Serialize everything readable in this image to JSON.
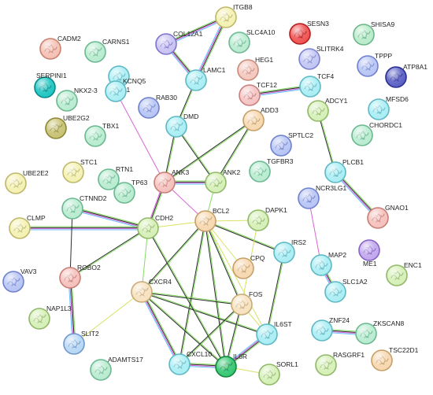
{
  "network": {
    "nodes": [
      {
        "id": "CADM2",
        "color": "#f5c1b4",
        "border": "#c8826f"
      },
      {
        "id": "CARNS1",
        "color": "#b8ecd0",
        "border": "#6cb891"
      },
      {
        "id": "COL12A1",
        "color": "#c9c3f3",
        "border": "#7f74cf"
      },
      {
        "id": "ITGB8",
        "color": "#f4f1b3",
        "border": "#bdb86b"
      },
      {
        "id": "SLC4A10",
        "color": "#b9ecd1",
        "border": "#6fb893"
      },
      {
        "id": "SESN3",
        "color": "#f05454",
        "border": "#b42020"
      },
      {
        "id": "SHISA9",
        "color": "#b9eccb",
        "border": "#6cb58a"
      },
      {
        "id": "TPPP",
        "color": "#b8c5f5",
        "border": "#6f82cc"
      },
      {
        "id": "ATP8A1",
        "color": "#5c60c6",
        "border": "#2c3090"
      },
      {
        "id": "SLITRK4",
        "color": "#c2c6f4",
        "border": "#7c82cf"
      },
      {
        "id": "HEG1",
        "color": "#f4c8be",
        "border": "#c88b7c"
      },
      {
        "id": "LAMC1",
        "color": "#aaeef4",
        "border": "#60b8c4"
      },
      {
        "id": "TCF12",
        "color": "#f5c4c4",
        "border": "#c87f7f"
      },
      {
        "id": "TCF4",
        "color": "#aaeef4",
        "border": "#60b8c4"
      },
      {
        "id": "SERPINI1",
        "color": "#1fc6c3",
        "border": "#0a8a88"
      },
      {
        "id": "BUB1",
        "color": "#aaeef4",
        "border": "#60b8c4"
      },
      {
        "id": "NKX2-3",
        "color": "#b9ecd1",
        "border": "#6cb891"
      },
      {
        "id": "KCNQ5",
        "color": "#aaeef4",
        "border": "#60b8c4"
      },
      {
        "id": "RAB30",
        "color": "#b8c5f5",
        "border": "#6f82cc"
      },
      {
        "id": "UBE2G2",
        "color": "#c8c274",
        "border": "#8e8838"
      },
      {
        "id": "TBX1",
        "color": "#b9ecd1",
        "border": "#6cb891"
      },
      {
        "id": "DMD",
        "color": "#aaeef4",
        "border": "#60b8c4"
      },
      {
        "id": "ADD3",
        "color": "#f7d8b0",
        "border": "#c6a06a"
      },
      {
        "id": "ADCY1",
        "color": "#d6f0b8",
        "border": "#92b86a"
      },
      {
        "id": "MFSD6",
        "color": "#aaeef4",
        "border": "#60b8c4"
      },
      {
        "id": "CHORDC1",
        "color": "#b9ecd1",
        "border": "#6cb891"
      },
      {
        "id": "SPTLC2",
        "color": "#b8c5f5",
        "border": "#6f82cc"
      },
      {
        "id": "TGFBR3",
        "color": "#b9ecd1",
        "border": "#6cb891"
      },
      {
        "id": "STC1",
        "color": "#f4f1b3",
        "border": "#bdb86b"
      },
      {
        "id": "RTN1",
        "color": "#b9ecd1",
        "border": "#6cb891"
      },
      {
        "id": "UBE2E2",
        "color": "#f4f1b3",
        "border": "#bdb86b"
      },
      {
        "id": "ANK3",
        "color": "#f5c1bd",
        "border": "#c87f78"
      },
      {
        "id": "ANK2",
        "color": "#d6f0b8",
        "border": "#92b86a"
      },
      {
        "id": "TP63",
        "color": "#b9ecd1",
        "border": "#6cb891"
      },
      {
        "id": "PLCB1",
        "color": "#aaeef4",
        "border": "#60b8c4"
      },
      {
        "id": "NCR3LG1",
        "color": "#b8c5f5",
        "border": "#6f82cc"
      },
      {
        "id": "CTNND2",
        "color": "#b9ecd1",
        "border": "#6cb891"
      },
      {
        "id": "CLMP",
        "color": "#f4f1b3",
        "border": "#bdb86b"
      },
      {
        "id": "CDH2",
        "color": "#d6f0b8",
        "border": "#92b86a"
      },
      {
        "id": "BCL2",
        "color": "#f7d8b0",
        "border": "#c6a06a"
      },
      {
        "id": "DAPK1",
        "color": "#d6f0b8",
        "border": "#92b86a"
      },
      {
        "id": "GNAO1",
        "color": "#f5c1bd",
        "border": "#c87f78"
      },
      {
        "id": "ME1",
        "color": "#c2a8ee",
        "border": "#8664c4"
      },
      {
        "id": "IRS2",
        "color": "#aaeef4",
        "border": "#60b8c4"
      },
      {
        "id": "MAP2",
        "color": "#aaeef4",
        "border": "#60b8c4"
      },
      {
        "id": "ROBO2",
        "color": "#f5c1bd",
        "border": "#c87f78"
      },
      {
        "id": "CPQ",
        "color": "#f7d8b0",
        "border": "#c6a06a"
      },
      {
        "id": "ENC1",
        "color": "#d6f0b8",
        "border": "#92b86a"
      },
      {
        "id": "VAV3",
        "color": "#b8c5f5",
        "border": "#6f82cc"
      },
      {
        "id": "CXCR4",
        "color": "#f7e2c0",
        "border": "#c9ab78"
      },
      {
        "id": "SLC1A2",
        "color": "#aaeef4",
        "border": "#60b8c4"
      },
      {
        "id": "NAP1L3",
        "color": "#d6f0b8",
        "border": "#92b86a"
      },
      {
        "id": "FOS",
        "color": "#f7e2c0",
        "border": "#c9ab78"
      },
      {
        "id": "SLIT2",
        "color": "#b8d8f5",
        "border": "#6f98cc"
      },
      {
        "id": "ZNF24",
        "color": "#aaeef4",
        "border": "#60b8c4"
      },
      {
        "id": "ZKSCAN8",
        "color": "#b9ecd1",
        "border": "#6cb891"
      },
      {
        "id": "IL6ST",
        "color": "#aaeef4",
        "border": "#60b8c4"
      },
      {
        "id": "ADAMTS17",
        "color": "#b9ecd1",
        "border": "#6cb891"
      },
      {
        "id": "CXCL10",
        "color": "#aaeef4",
        "border": "#60b8c4"
      },
      {
        "id": "IL6R",
        "color": "#35c872",
        "border": "#16863f"
      },
      {
        "id": "SORL1",
        "color": "#d6f0b8",
        "border": "#92b86a"
      },
      {
        "id": "RASGRF1",
        "color": "#d6f0b8",
        "border": "#92b86a"
      },
      {
        "id": "TSC22D1",
        "color": "#f7d8b0",
        "border": "#c6a06a"
      }
    ],
    "edges": [
      {
        "from": "COL12A1",
        "to": "ITGB8",
        "colors": [
          "#7ed957",
          "#222222",
          "#d65cd6",
          "#5dc1ff"
        ]
      },
      {
        "from": "COL12A1",
        "to": "LAMC1",
        "colors": [
          "#7ed957",
          "#222222",
          "#d65cd6",
          "#5dc1ff"
        ]
      },
      {
        "from": "ITGB8",
        "to": "LAMC1",
        "colors": [
          "#7ed957",
          "#222222",
          "#d65cd6",
          "#5dc1ff"
        ]
      },
      {
        "from": "LAMC1",
        "to": "DMD",
        "colors": [
          "#7ed957",
          "#222222"
        ]
      },
      {
        "from": "TCF12",
        "to": "TCF4",
        "colors": [
          "#7ed957",
          "#222222",
          "#d65cd6",
          "#5dc1ff"
        ]
      },
      {
        "from": "DMD",
        "to": "ANK3",
        "colors": [
          "#7ed957",
          "#222222"
        ]
      },
      {
        "from": "DMD",
        "to": "ANK2",
        "colors": [
          "#7ed957",
          "#222222"
        ]
      },
      {
        "from": "ADD3",
        "to": "ANK3",
        "colors": [
          "#7ed957",
          "#222222"
        ]
      },
      {
        "from": "ADD3",
        "to": "ANK2",
        "colors": [
          "#7ed957",
          "#222222"
        ]
      },
      {
        "from": "ANK3",
        "to": "ANK2",
        "colors": [
          "#7ed957",
          "#222222",
          "#d65cd6",
          "#5dc1ff"
        ]
      },
      {
        "from": "ANK3",
        "to": "KCNQ5",
        "colors": [
          "#d65cd6"
        ]
      },
      {
        "from": "ANK3",
        "to": "CDH2",
        "colors": [
          "#7ed957",
          "#222222",
          "#d65cd6"
        ]
      },
      {
        "from": "ANK3",
        "to": "BCL2",
        "colors": [
          "#d65cd6"
        ]
      },
      {
        "from": "ANK2",
        "to": "BCL2",
        "colors": [
          "#7ed957"
        ]
      },
      {
        "from": "ADCY1",
        "to": "PLCB1",
        "colors": [
          "#7ed957",
          "#222222"
        ]
      },
      {
        "from": "PLCB1",
        "to": "GNAO1",
        "colors": [
          "#7ed957",
          "#222222",
          "#d65cd6",
          "#5dc1ff"
        ]
      },
      {
        "from": "NCR3LG1",
        "to": "MAP2",
        "colors": [
          "#d65cd6"
        ]
      },
      {
        "from": "MAP2",
        "to": "SLC1A2",
        "colors": [
          "#7ed957",
          "#222222",
          "#d65cd6",
          "#5dc1ff"
        ]
      },
      {
        "from": "CTNND2",
        "to": "CDH2",
        "colors": [
          "#7ed957",
          "#222222",
          "#d65cd6",
          "#5dc1ff"
        ]
      },
      {
        "from": "CLMP",
        "to": "CDH2",
        "colors": [
          "#7ed957",
          "#222222",
          "#d65cd6",
          "#5dc1ff"
        ]
      },
      {
        "from": "CTNND2",
        "to": "ROBO2",
        "colors": [
          "#222222"
        ]
      },
      {
        "from": "CDH2",
        "to": "BCL2",
        "colors": [
          "#d6e05a"
        ]
      },
      {
        "from": "CDH2",
        "to": "ROBO2",
        "colors": [
          "#7ed957",
          "#222222"
        ]
      },
      {
        "from": "CDH2",
        "to": "CXCR4",
        "colors": [
          "#7ed957"
        ]
      },
      {
        "from": "ROBO2",
        "to": "SLIT2",
        "colors": [
          "#7ed957",
          "#222222",
          "#d65cd6",
          "#5dc1ff"
        ]
      },
      {
        "from": "BCL2",
        "to": "DAPK1",
        "colors": [
          "#d6e05a"
        ]
      },
      {
        "from": "BCL2",
        "to": "IRS2",
        "colors": [
          "#7ed957",
          "#222222"
        ]
      },
      {
        "from": "BCL2",
        "to": "CPQ",
        "colors": [
          "#d6e05a"
        ]
      },
      {
        "from": "BCL2",
        "to": "CXCR4",
        "colors": [
          "#7ed957",
          "#222222"
        ]
      },
      {
        "from": "BCL2",
        "to": "FOS",
        "colors": [
          "#7ed957",
          "#222222"
        ]
      },
      {
        "from": "BCL2",
        "to": "CXCL10",
        "colors": [
          "#7ed957",
          "#222222"
        ]
      },
      {
        "from": "BCL2",
        "to": "IL6R",
        "colors": [
          "#7ed957",
          "#222222"
        ]
      },
      {
        "from": "BCL2",
        "to": "IL6ST",
        "colors": [
          "#d6e05a"
        ]
      },
      {
        "from": "CXCR4",
        "to": "FOS",
        "colors": [
          "#7ed957",
          "#222222"
        ]
      },
      {
        "from": "CXCR4",
        "to": "CXCL10",
        "colors": [
          "#7ed957",
          "#222222",
          "#d65cd6",
          "#5dc1ff"
        ]
      },
      {
        "from": "CXCR4",
        "to": "IL6R",
        "colors": [
          "#7ed957",
          "#222222"
        ]
      },
      {
        "from": "CXCR4",
        "to": "IL6ST",
        "colors": [
          "#7ed957",
          "#222222"
        ]
      },
      {
        "from": "CXCR4",
        "to": "SLIT2",
        "colors": [
          "#d6e05a"
        ]
      },
      {
        "from": "FOS",
        "to": "IL6R",
        "colors": [
          "#7ed957",
          "#222222"
        ]
      },
      {
        "from": "FOS",
        "to": "CXCL10",
        "colors": [
          "#7ed957",
          "#222222"
        ]
      },
      {
        "from": "FOS",
        "to": "IL6ST",
        "colors": [
          "#d6e05a"
        ]
      },
      {
        "from": "IRS2",
        "to": "IL6ST",
        "colors": [
          "#7ed957",
          "#222222"
        ]
      },
      {
        "from": "IL6ST",
        "to": "IL6R",
        "colors": [
          "#7ed957",
          "#222222",
          "#d65cd6",
          "#5dc1ff"
        ]
      },
      {
        "from": "CXCL10",
        "to": "IL6R",
        "colors": [
          "#7ed957",
          "#222222",
          "#d65cd6",
          "#5dc1ff"
        ]
      },
      {
        "from": "IL6R",
        "to": "SORL1",
        "colors": [
          "#d6e05a"
        ]
      },
      {
        "from": "ZNF24",
        "to": "ZKSCAN8",
        "colors": [
          "#7ed957",
          "#222222",
          "#d65cd6",
          "#5dc1ff"
        ]
      },
      {
        "from": "CDH2",
        "to": "IL6R",
        "colors": [
          "#7ed957",
          "#222222"
        ]
      },
      {
        "from": "DAPK1",
        "to": "FOS",
        "colors": [
          "#d6e05a"
        ]
      }
    ]
  }
}
